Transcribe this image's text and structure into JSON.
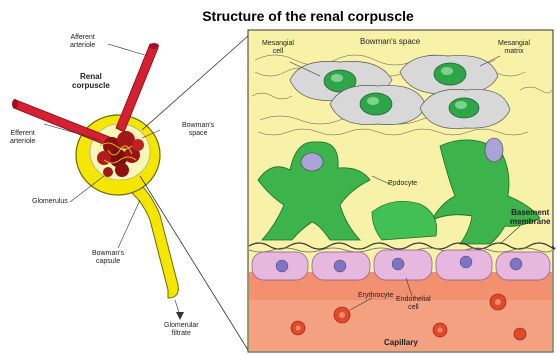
{
  "title": "Structure of the renal corpuscle",
  "left_labels": {
    "afferent_arteriole": "Afferent\narteriole",
    "renal_corpuscle": "Renal\ncorpuscle",
    "efferent_arteriole": "Efferent\narteriole",
    "bowmans_space_left": "Bowman's\nspace",
    "glomerulus": "Glomerulus",
    "bowmans_capsule": "Bowman's\ncapsule",
    "glomerular_filtrate": "Glomerular\nfiltrate"
  },
  "right_labels": {
    "mesangial_cell": "Mesangial\ncell",
    "bowmans_space_right": "Bowman's space",
    "mesangial_matrix": "Mesangial\nmatrix",
    "podocyte": "Podocyte",
    "basement_membrane": "Basement\nmembrane",
    "erythrocyte": "Erythrocyte",
    "endothelial_cell": "Endothelial\ncell",
    "capillary": "Capillary"
  },
  "colors": {
    "capsule_yellow": "#f5e600",
    "bowman_space_bg": "#f7f2a8",
    "mesangial_cell": "#d8d8d8",
    "nucleus_green": "#2fa54a",
    "podocyte_green": "#3cb44b",
    "endothelial_pink": "#e6b8e0",
    "capillary_red": "#f08060",
    "erythrocyte": "#e04a2a",
    "arteriole_red": "#d42030"
  }
}
